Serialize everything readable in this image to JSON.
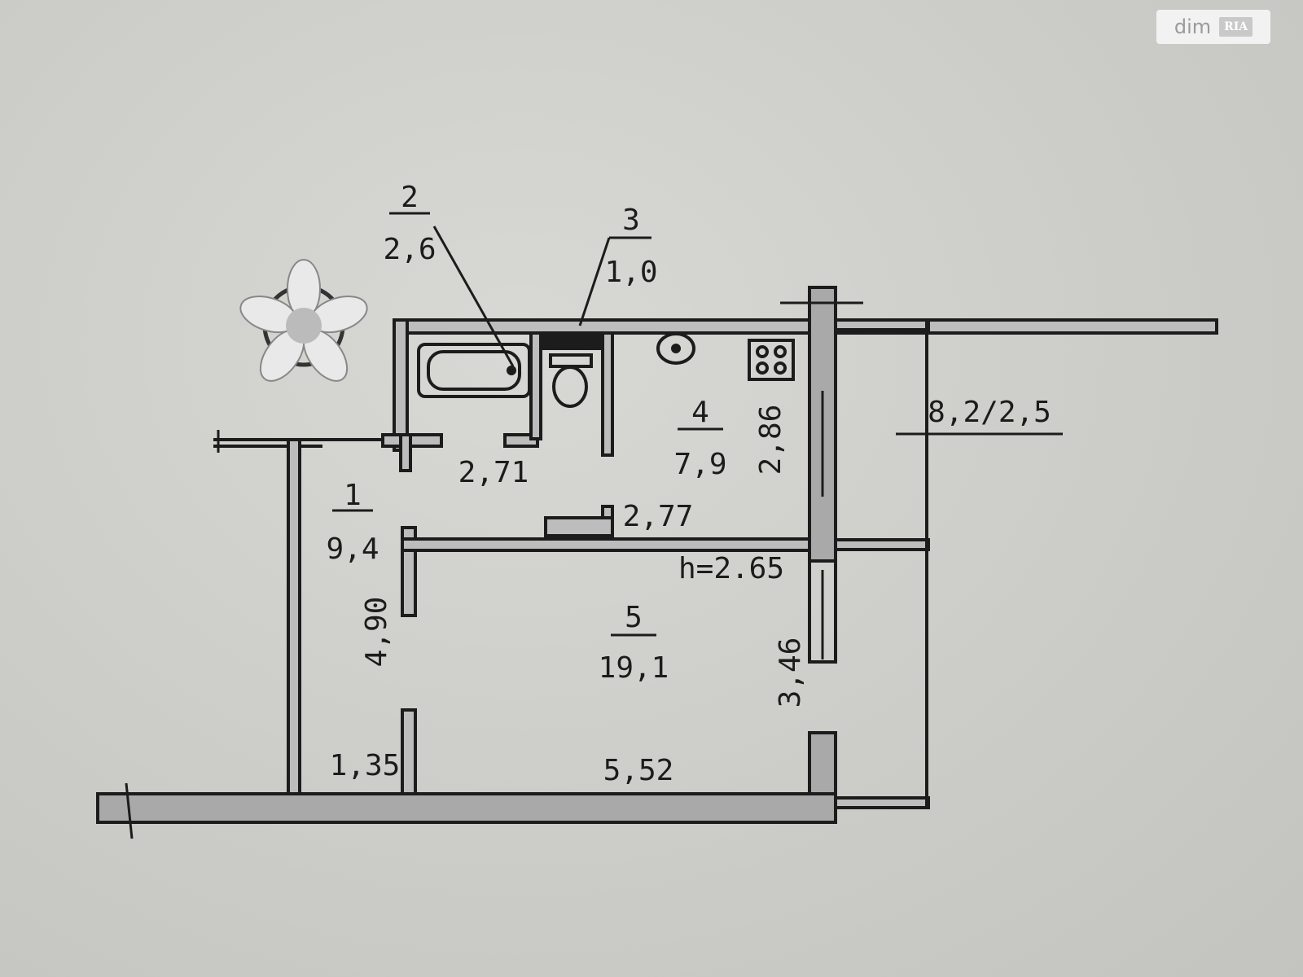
{
  "watermark": {
    "text": "dim",
    "badge": "RIA"
  },
  "rooms": [
    {
      "number": "1",
      "area": "9,4"
    },
    {
      "number": "2",
      "area": "2,6"
    },
    {
      "number": "3",
      "area": "1,0"
    },
    {
      "number": "4",
      "area": "7,9"
    },
    {
      "number": "5",
      "area": "19,1"
    }
  ],
  "balcony": {
    "label": "8,2/2,5"
  },
  "dimensions": {
    "corridor_top": "2,71",
    "kitchen_width": "2,77",
    "kitchen_depth": "2,86",
    "hall_length": "4,90",
    "hall_width": "1,35",
    "living_width": "5,52",
    "living_depth": "3,46",
    "ceiling_height": "h=2.65"
  },
  "icons": [
    "compass-icon",
    "bathtub-icon",
    "toilet-icon",
    "sink-icon",
    "stove-icon"
  ],
  "colors": {
    "paper": "#cfcfcb",
    "ink": "#1c1c1c",
    "wall_fill": "#a9a9a9"
  }
}
